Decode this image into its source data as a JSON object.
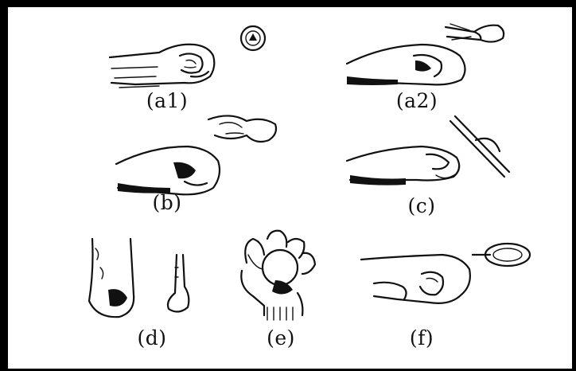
{
  "panels": [
    {
      "id": "a1",
      "label": "(a1)",
      "icon": "hand-grasping-round-knob"
    },
    {
      "id": "a2",
      "label": "(a2)",
      "icon": "hand-grasping-pliers"
    },
    {
      "id": "b",
      "label": "(b)",
      "icon": "hand-grasping-open-handle"
    },
    {
      "id": "c",
      "label": "(c)",
      "icon": "hand-pinching-flat-plate"
    },
    {
      "id": "d",
      "label": "(d)",
      "icon": "hand-hooking-handle"
    },
    {
      "id": "e",
      "label": "(e)",
      "icon": "hand-grasping-ball"
    },
    {
      "id": "f",
      "label": "(f)",
      "icon": "hand-gripping-ring"
    }
  ],
  "colors": {
    "ink": "#111111",
    "background": "#ffffff",
    "border": "#000000"
  }
}
